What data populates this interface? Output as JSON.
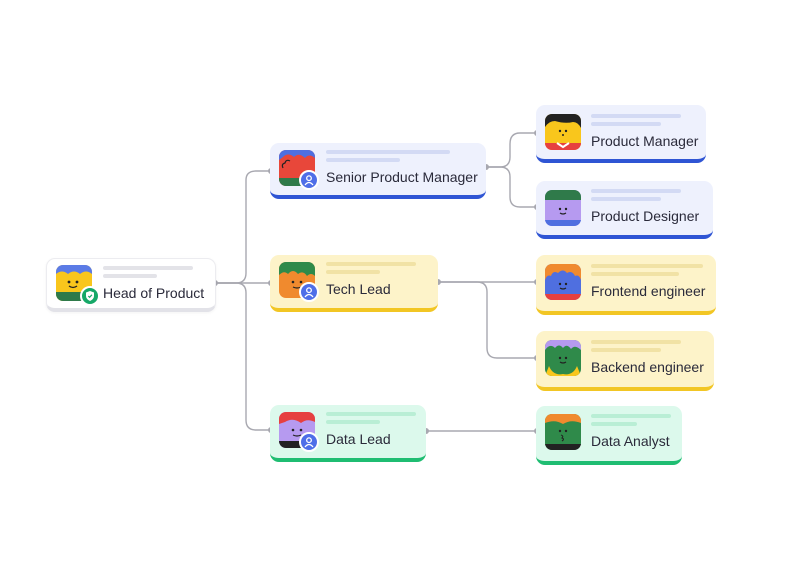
{
  "colors": {
    "blue_bg": "#eef1fd",
    "blue_border": "#2f55d4",
    "yellow_bg": "#fdf3c9",
    "yellow_border": "#f2c624",
    "green_bg": "#dcf9ec",
    "green_border": "#1fbd72",
    "root_bg": "#ffffff",
    "root_border": "#e4e4ea",
    "connector": "#a8a8b0",
    "badge_user": "#4e6ee8",
    "badge_shield": "#16a868"
  },
  "nodes": [
    {
      "id": "head-of-product",
      "label": "Head of Product",
      "theme": "root",
      "badge": "shield-icon",
      "avatar": "yellow-smile-avatar"
    },
    {
      "id": "senior-product-manager",
      "label": "Senior Product Manager",
      "theme": "blue",
      "badge": "user-icon",
      "avatar": "red-blob-avatar"
    },
    {
      "id": "tech-lead",
      "label": "Tech Lead",
      "theme": "yellow",
      "badge": "user-icon",
      "avatar": "green-curly-avatar"
    },
    {
      "id": "data-lead",
      "label": "Data Lead",
      "theme": "green",
      "badge": "user-icon",
      "avatar": "purple-redhair-avatar"
    },
    {
      "id": "product-manager",
      "label": "Product Manager",
      "theme": "blue",
      "avatar": "yellow-blackhair-avatar"
    },
    {
      "id": "product-designer",
      "label": "Product Designer",
      "theme": "blue",
      "avatar": "purple-greenhat-avatar"
    },
    {
      "id": "frontend-engineer",
      "label": "Frontend engineer",
      "theme": "yellow",
      "avatar": "blue-orangehair-avatar"
    },
    {
      "id": "backend-engineer",
      "label": "Backend engineer",
      "theme": "yellow",
      "avatar": "green-purplehair-avatar"
    },
    {
      "id": "data-analyst",
      "label": "Data Analyst",
      "theme": "green",
      "avatar": "green-orangehair-avatar"
    }
  ],
  "edges": [
    [
      "head-of-product",
      "senior-product-manager"
    ],
    [
      "head-of-product",
      "tech-lead"
    ],
    [
      "head-of-product",
      "data-lead"
    ],
    [
      "senior-product-manager",
      "product-manager"
    ],
    [
      "senior-product-manager",
      "product-designer"
    ],
    [
      "tech-lead",
      "frontend-engineer"
    ],
    [
      "tech-lead",
      "backend-engineer"
    ],
    [
      "data-lead",
      "data-analyst"
    ]
  ]
}
